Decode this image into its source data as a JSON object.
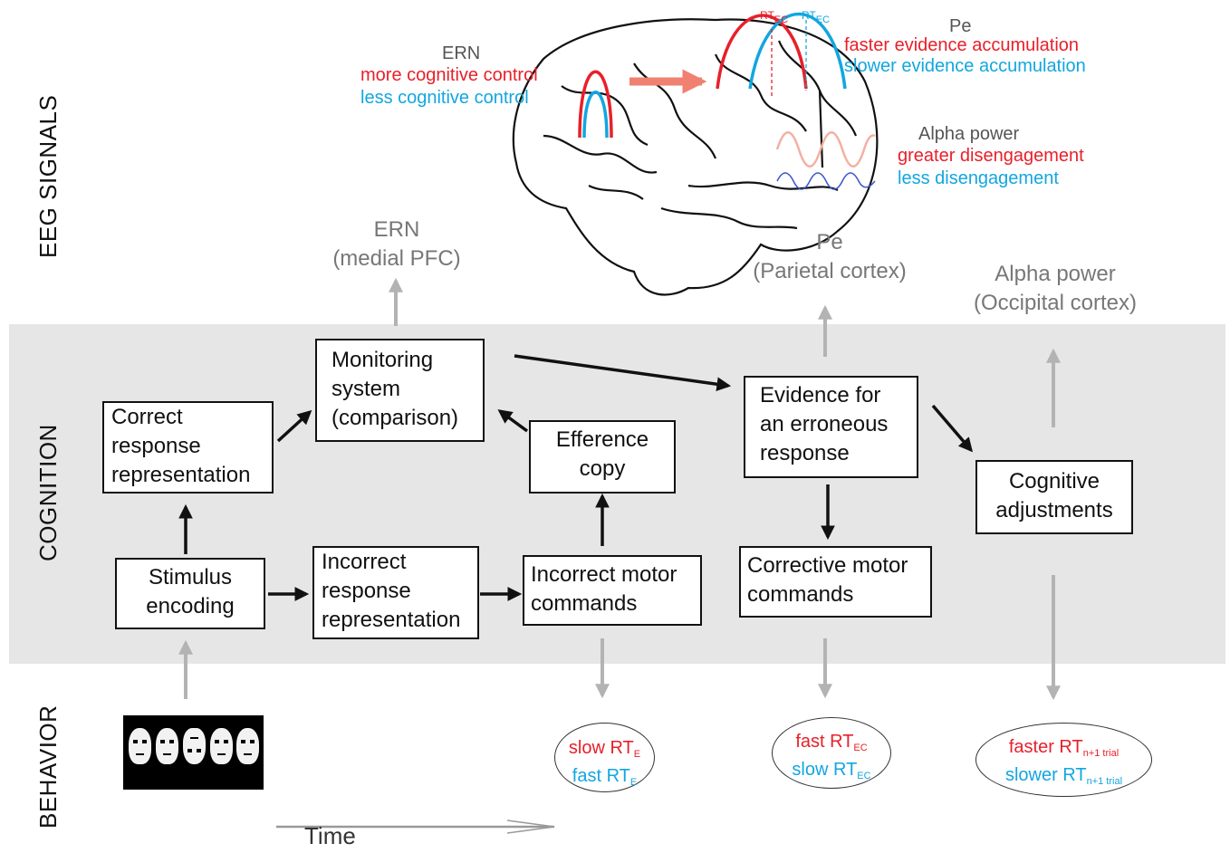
{
  "rows": {
    "eeg": "EEG SIGNALS",
    "cognition": "COGNITION",
    "behavior": "BEHAVIOR"
  },
  "boxes": {
    "correct_response": [
      "Correct",
      "response",
      "representation"
    ],
    "monitoring": [
      "Monitoring",
      "system",
      "(comparison)"
    ],
    "efference": [
      "Efference",
      "copy"
    ],
    "stimulus": [
      "Stimulus",
      "encoding"
    ],
    "incorrect_response": [
      "Incorrect",
      "response",
      "representation"
    ],
    "incorrect_motor": [
      "Incorrect motor",
      "commands"
    ],
    "evidence": [
      "Evidence for",
      "an erroneous",
      "response"
    ],
    "corrective": [
      "Corrective motor",
      "commands"
    ],
    "adjustments": [
      "Cognitive",
      "adjustments"
    ]
  },
  "signals": {
    "ern": [
      "ERN",
      "(medial PFC)"
    ],
    "pe": [
      "Pe",
      "(Parietal cortex)"
    ],
    "alpha": [
      "Alpha power",
      "(Occipital cortex)"
    ]
  },
  "brain_annotations": {
    "ern_title": "ERN",
    "ern_red": "more cognitive control",
    "ern_blue": "less cognitive control",
    "pe_title": "Pe",
    "pe_red": "faster evidence accumulation",
    "pe_blue": "slower evidence accumulation",
    "alpha_title": "Alpha power",
    "alpha_red": "greater disengagement",
    "alpha_blue": "less disengagement",
    "rt_marker": "RT",
    "rt_marker_sub": "EC"
  },
  "behavior": {
    "oval1": {
      "red": "slow RT",
      "red_sub": "E",
      "blue": "fast RT",
      "blue_sub": "E"
    },
    "oval2": {
      "red": "fast RT",
      "red_sub": "EC",
      "blue": "slow RT",
      "blue_sub": "EC"
    },
    "oval3": {
      "red": "faster RT",
      "red_sub": "n+1 trial",
      "blue": "slower RT",
      "blue_sub": "n+1 trial"
    }
  },
  "time_label": "Time",
  "colors": {
    "red": "#e8202a",
    "blue": "#12a6e0",
    "gray_label": "#777777",
    "band": "#e6e6e6"
  }
}
